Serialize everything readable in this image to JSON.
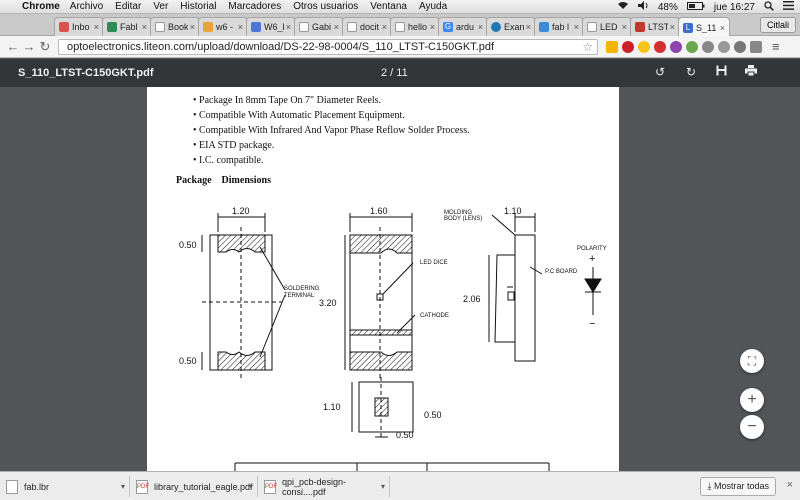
{
  "menubar": {
    "app": "Chrome",
    "items": [
      "Archivo",
      "Editar",
      "Ver",
      "Historial",
      "Marcadores",
      "Otros usuarios",
      "Ventana",
      "Ayuda"
    ],
    "battery": "48%",
    "clock": "jue 16:27"
  },
  "tabs": [
    {
      "label": "Inbo",
      "color": "#d9534f"
    },
    {
      "label": "Fabl",
      "color": "#2e8b57"
    },
    {
      "label": "Book",
      "color": "#888888"
    },
    {
      "label": "w6 -",
      "color": "#e8a33c"
    },
    {
      "label": "W6_l",
      "color": "#4a76d6"
    },
    {
      "label": "Gabi",
      "color": "#999999"
    },
    {
      "label": "docit",
      "color": "#999999"
    },
    {
      "label": "hello",
      "color": "#999999"
    },
    {
      "label": "ardu",
      "color": "#4285f4"
    },
    {
      "label": "Exan",
      "color": "#1f77b4"
    },
    {
      "label": "fab l",
      "color": "#3b8ad9"
    },
    {
      "label": "LED",
      "color": "#999999"
    },
    {
      "label": "LTST",
      "color": "#c0392b"
    },
    {
      "label": "S_11",
      "color": "#3b6fc9"
    }
  ],
  "profile": "Citlali",
  "toolbar": {
    "url": "optoelectronics.liteon.com/upload/download/DS-22-98-0004/S_110_LTST-C150GKT.pdf"
  },
  "pdf": {
    "title": "S_110_LTST-C150GKT.pdf",
    "page_indicator": "2 / 11",
    "bullets": [
      "Package In 8mm Tape On 7\" Diameter Reels.",
      "Compatible With Automatic Placement Equipment.",
      "Compatible With Infrared And Vapor Phase Reflow Solder Process.",
      "EIA STD package.",
      "I.C. compatible."
    ],
    "heading": "Package    Dimensions",
    "drawing": {
      "dim_120": "1.20",
      "dim_160": "1.60",
      "dim_110_top": "1.10",
      "dim_050_a": "0.50",
      "dim_050_b": "0.50",
      "dim_320": "3.20",
      "dim_206": "2.06",
      "dim_110_bottom": "1.10",
      "dim_050_c": "0.50",
      "dim_050_d": "0.50",
      "label_soldering": "SOLDERING",
      "label_terminal": "TERMINAL",
      "label_led_dice": "LED DICE",
      "label_cathode": "CATHODE",
      "label_molding": "MOLDING",
      "label_body": "BODY (LENS)",
      "label_pcboard": "P.C BOARD",
      "label_polarity": "POLARITY",
      "plus": "+",
      "minus": "−"
    }
  },
  "downloads": [
    {
      "name": "fab.lbr",
      "type": "file"
    },
    {
      "name": "library_tutorial_eagle.pdf",
      "type": "pdf"
    },
    {
      "name": "qpi_pcb-design-consi....pdf",
      "type": "pdf"
    }
  ],
  "show_all": "Mostrar todas"
}
